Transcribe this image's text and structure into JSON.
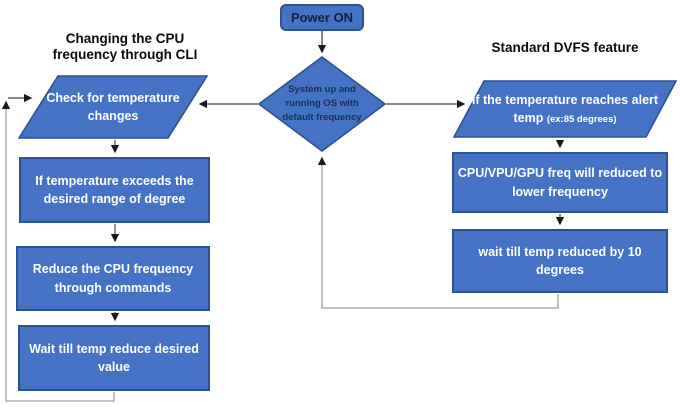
{
  "colors": {
    "node_fill": "#4472C4",
    "node_border": "#2F528F",
    "node_text_light": "#FFFFFF",
    "node_text_dark": "#1F3050",
    "title_text": "#0A0A0A",
    "connector": "#404040",
    "feedback_line": "#9E9E9E",
    "arrowhead": "#1A1A1A"
  },
  "nodes": {
    "power_on": "Power ON",
    "decision": "System up and running OS with default frequency",
    "left_branch": {
      "title": "Changing the CPU frequency through CLI",
      "steps": [
        "Check for temperature changes",
        "If temperature exceeds the desired range of degree",
        "Reduce the CPU frequency through commands",
        "Wait till temp reduce  desired value"
      ]
    },
    "right_branch": {
      "title": "Standard DVFS feature",
      "steps": [
        {
          "main": "If the temperature reaches alert temp",
          "note": "(ex:85 degrees)"
        },
        "CPU/VPU/GPU freq will reduced to lower frequency",
        "wait till temp reduced by 10 degrees"
      ]
    }
  }
}
